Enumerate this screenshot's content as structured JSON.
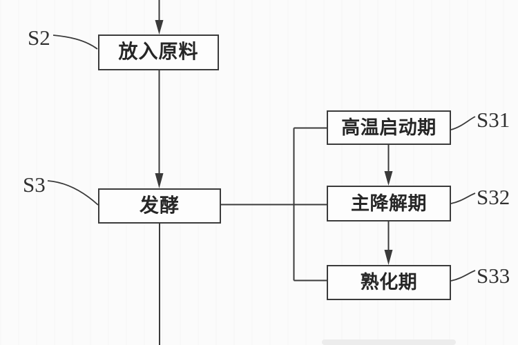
{
  "flowchart": {
    "steps": [
      {
        "step": "S2",
        "label": "放入原料"
      },
      {
        "step": "S3",
        "label": "发酵"
      },
      {
        "step": "S31",
        "label": "高温启动期"
      },
      {
        "step": "S32",
        "label": "主降解期"
      },
      {
        "step": "S33",
        "label": "熟化期"
      }
    ],
    "colors": {
      "line": "#3a3a3a",
      "text": "#262626",
      "box_fill": "#fdfdfd",
      "background": "#fbfbfb",
      "faint_edge": "#ececec"
    }
  }
}
